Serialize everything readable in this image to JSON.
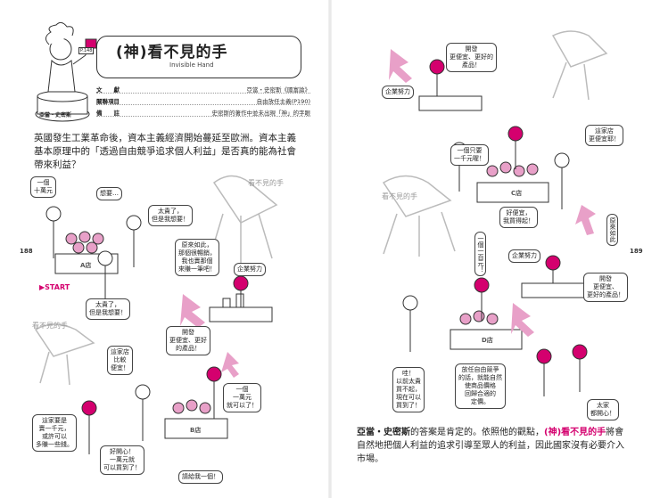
{
  "left_page": {
    "page_number": "188",
    "header": {
      "title": "(神)看不見的手",
      "subtitle": "Invisible Hand",
      "badge": "P.148",
      "pedestal_label": "亞當・史密斯"
    },
    "meta": [
      {
        "label": "文　　獻",
        "value": "亞當・史密斯《國富論》"
      },
      {
        "label": "關聯項目",
        "value": "自由放任主義(P190)"
      },
      {
        "label": "備　　註",
        "value": "史密斯的著作中並未出現「神」的字眼"
      }
    ],
    "intro": "英國發生工業革命後，資本主義經濟開始蔓延至歐洲。資本主義基本原理中的「透過自由競爭追求個人利益」是否真的能為社會帶來利益？",
    "start_label": "▶START",
    "invisible_hand_label": "看不見的手",
    "invisible_hand_label_2": "看不見的手",
    "stall_a": "A店",
    "stall_b": "B店",
    "bubbles": {
      "price_10k": "一個\n十萬元",
      "want": "想要…",
      "too_expensive_1": "太貴了，\n但是我想要！",
      "i_see": "原來如此，\n那個很暢銷，\n我也賣那個\n來賺一筆吧！",
      "too_expensive_2": "太貴了，\n但是我想要！",
      "company_effort_1": "企業努力",
      "develop_1": "開發\n更便宜、更好\n的產品！",
      "cheaper_shop": "這家店\n比較\n便宜！",
      "here_cheaper": "這家要是\n賣一千元，\n或許可以\n多賺一些錢。",
      "price_10k_2": "一個\n一萬元\n就可以了！",
      "happy_10k": "好開心！\n一萬元就\n可以買到了！",
      "give_one": "請給我一個！"
    }
  },
  "right_page": {
    "page_number": "189",
    "invisible_hand_label": "看不見的手",
    "stall_c": "C店",
    "stall_d": "D店",
    "bubbles": {
      "develop_2": "開發\n更便宜、更好的\n產品！",
      "company_effort_2": "企業努力",
      "shop_cheaper": "這家店\n更便宜耶！",
      "only_1000": "一個只要\n一千元喔！",
      "so_cheap": "好便宜，\n我買得起！",
      "i_see_2": "原來如此",
      "only_100": "一個一百元！",
      "company_effort_3": "企業努力",
      "develop_3": "開發\n更便宜、\n更好的產品！",
      "free_competition": "放任自由競爭\n的話，就能自然\n使商品價格\n回歸合適的\n定價。",
      "wow_cheap": "哇！\n以前太貴\n買不起，\n現在可以\n買到了！",
      "happy_all": "太家\n都開心！"
    },
    "conclusion": {
      "lead": "亞當・史密斯",
      "text_1": "的答案是肯定的。依照他的觀點，",
      "highlight": "(神)看不見的手",
      "text_2": "將會自然地把個人利益的追求引導至眾人的利益，因此國家沒有必要介入市場。"
    }
  }
}
